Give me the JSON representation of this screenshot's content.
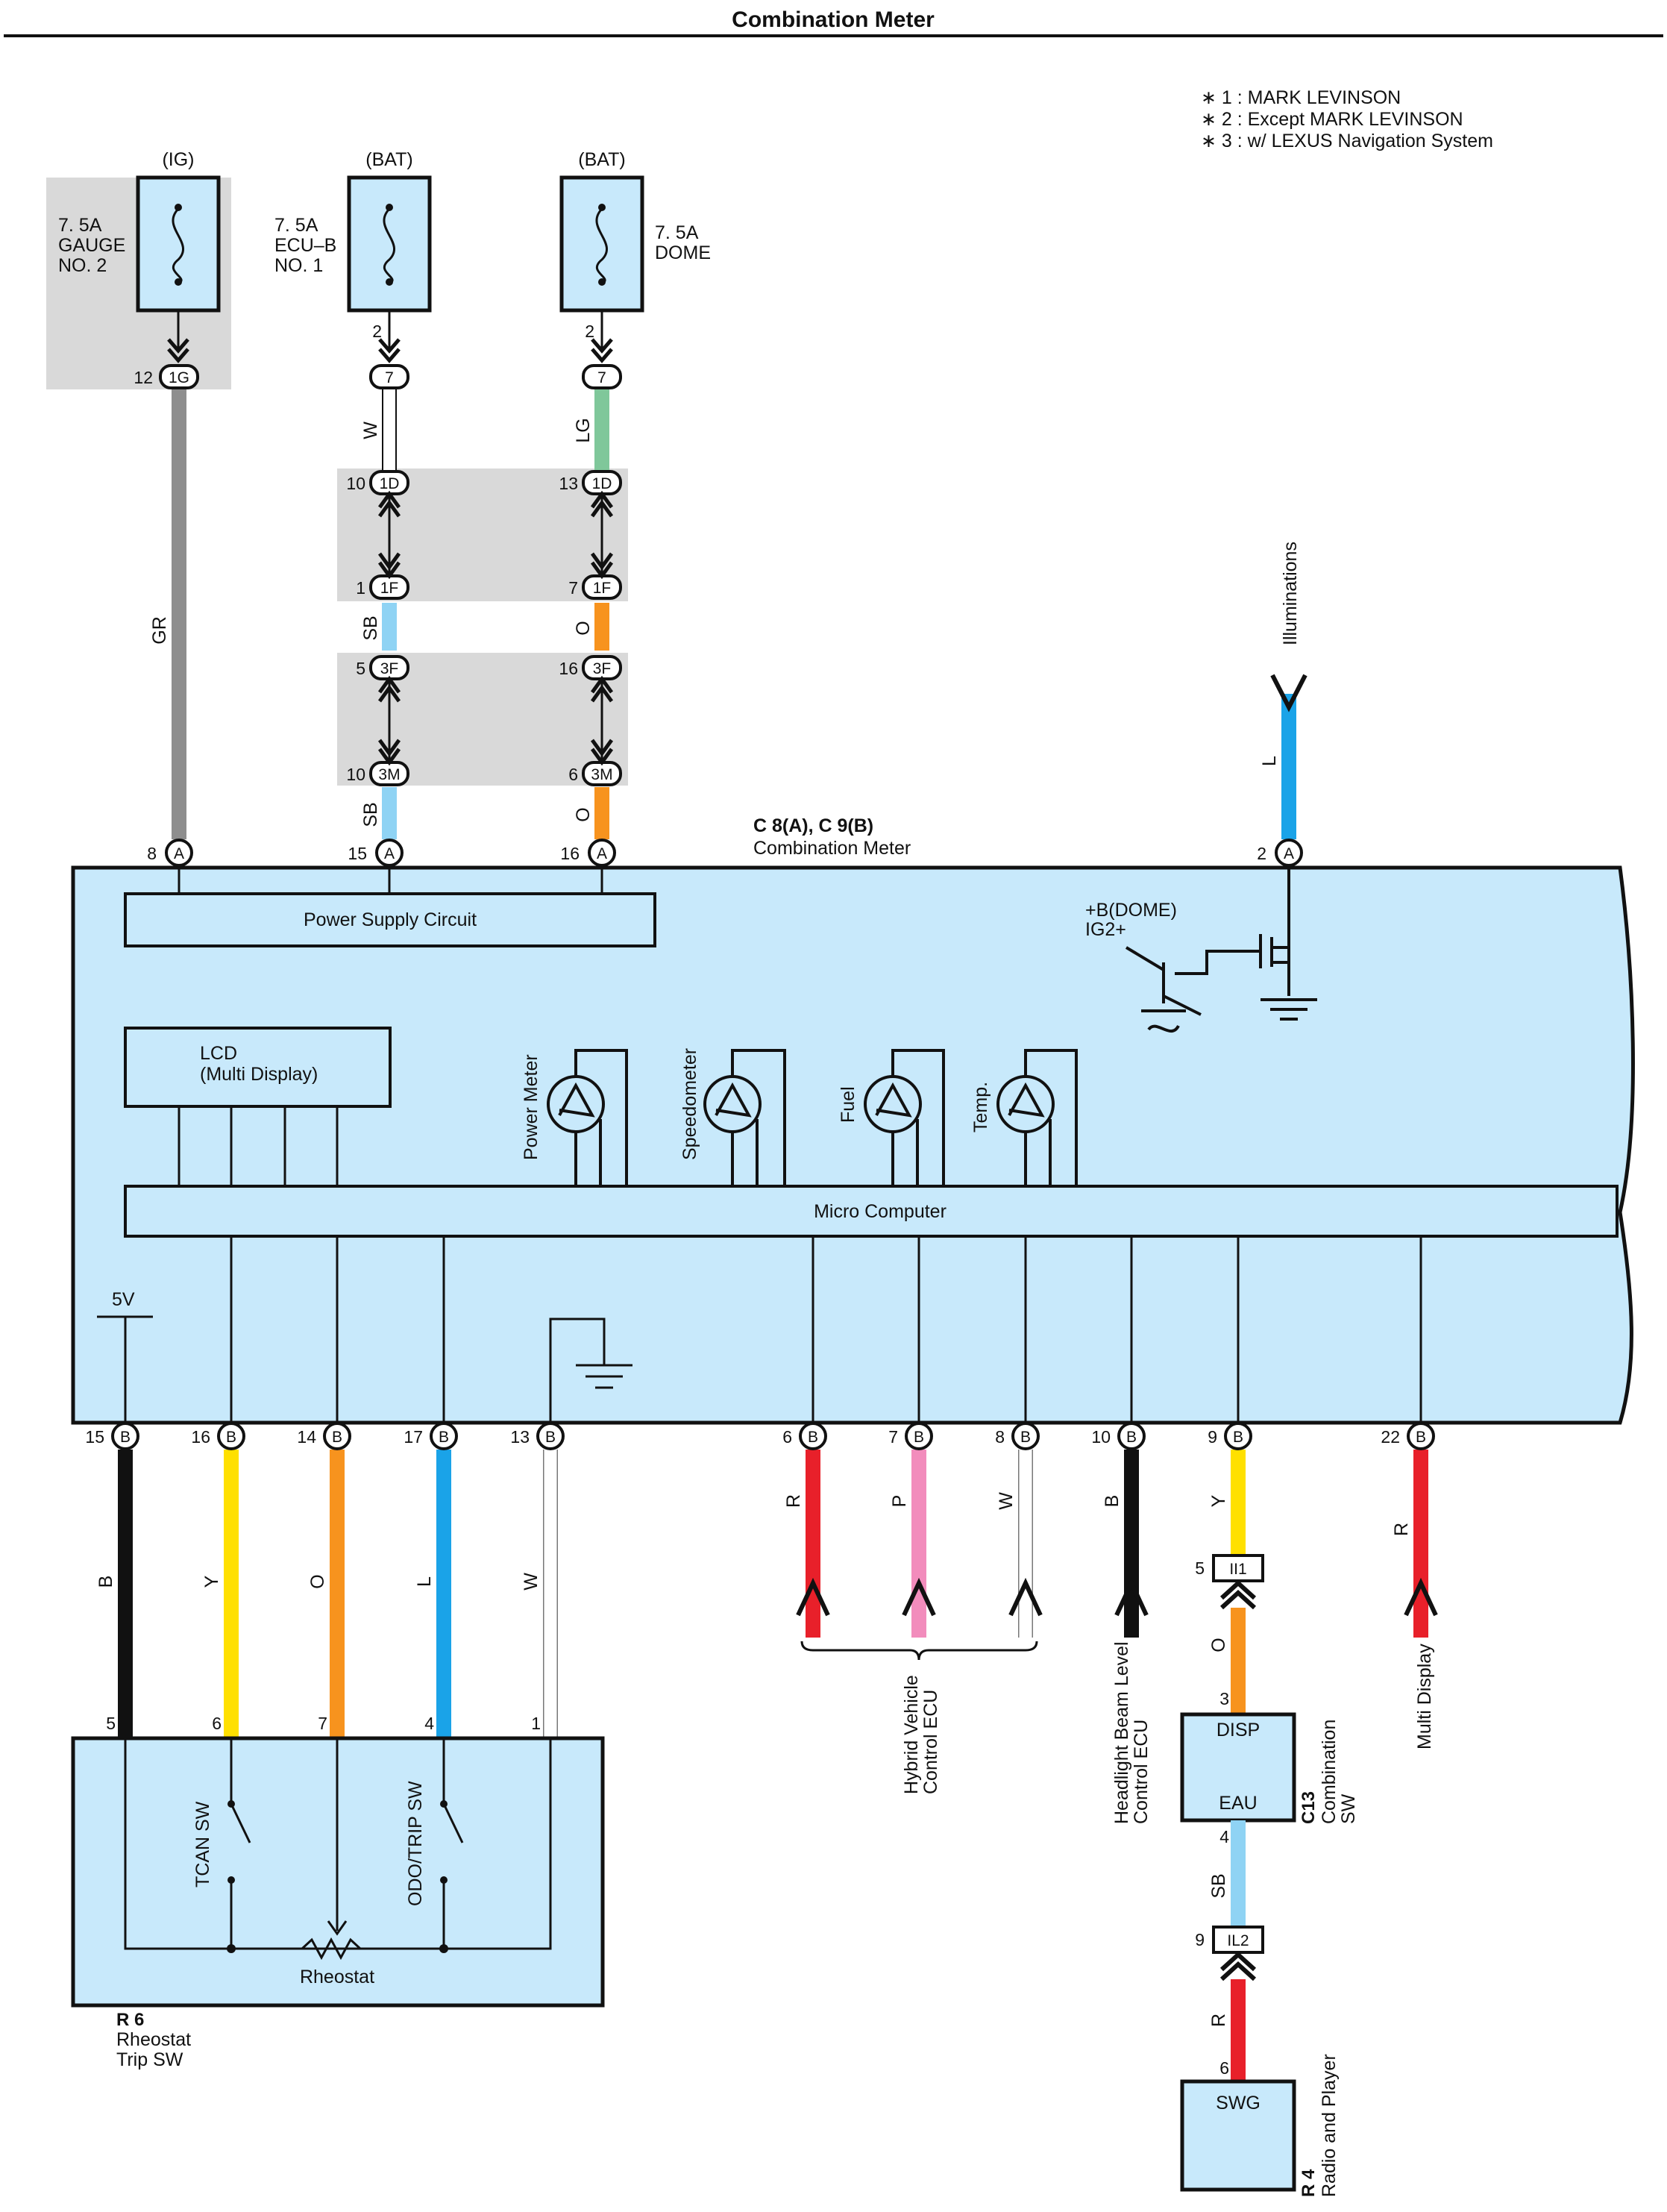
{
  "title": "Combination Meter",
  "notes": [
    "∗ 1 : MARK LEVINSON",
    "∗ 2 : Except MARK LEVINSON",
    "∗ 3 : w/ LEXUS Navigation System"
  ],
  "fuses": [
    {
      "source": "(IG)",
      "lines": [
        "7. 5A",
        "GAUGE",
        "NO. 2"
      ]
    },
    {
      "source": "(BAT)",
      "lines": [
        "7. 5A",
        "ECU–B",
        "NO. 1"
      ]
    },
    {
      "source": "(BAT)",
      "lines": [
        "7. 5A",
        "DOME"
      ]
    }
  ],
  "connectors": [
    "1G",
    "7",
    "1D",
    "1F",
    "3F",
    "3M",
    "A",
    "B",
    "II1",
    "IL2"
  ],
  "meter": {
    "ref": "C 8(A), C 9(B)",
    "name": "Combination Meter",
    "power_supply": "Power Supply Circuit",
    "lcd": [
      "LCD",
      "(Multi Display)"
    ],
    "gauges": [
      "Power Meter",
      "Speedometer",
      "Fuel",
      "Temp."
    ],
    "micro": "Micro Computer",
    "dome_label": [
      "+B(DOME)",
      "IG2+"
    ],
    "v5": "5V"
  },
  "top_pins": [
    "8",
    "15",
    "16",
    "2"
  ],
  "top_wire_colors": [
    "GR",
    "W",
    "SB",
    "SB",
    "LG",
    "O",
    "O",
    "L"
  ],
  "junction_pins": [
    "12",
    "2",
    "2",
    "10",
    "13",
    "1",
    "7",
    "5",
    "16",
    "10",
    "6"
  ],
  "illuminations": "Illuminations",
  "bottom_pins": [
    "15",
    "16",
    "14",
    "17",
    "13",
    "6",
    "7",
    "8",
    "10",
    "9",
    "22"
  ],
  "bottom_wire_colors": [
    "B",
    "Y",
    "O",
    "L",
    "W",
    "R",
    "P",
    "W",
    "B",
    "Y",
    "R"
  ],
  "rheostat": {
    "ref": "R 6",
    "name": [
      "Rheostat",
      "Trip SW"
    ],
    "pins": [
      "5",
      "6",
      "7",
      "4",
      "1"
    ],
    "tcan": "TCAN SW",
    "odo": "ODO/TRIP SW",
    "label": "Rheostat"
  },
  "hybrid": [
    "Hybrid Vehicle",
    "Control ECU"
  ],
  "headlight": [
    "Headlight Beam Level",
    "Control ECU"
  ],
  "multi_display": "Multi Display",
  "combination_sw": {
    "ref": "C13",
    "name": [
      "Combination",
      "SW"
    ],
    "disp": "DISP",
    "eau": "EAU",
    "pins": [
      "5",
      "3",
      "4",
      "9",
      "6"
    ],
    "wire_colors": [
      "O",
      "SB",
      "R"
    ]
  },
  "radio": {
    "ref": "R 4",
    "name": "Radio and Player",
    "label": "SWG"
  },
  "colors": {
    "panel": "#c8e9fb",
    "shade": "#d9d9d9",
    "GR": "#8e8e8e",
    "W": "#ffffff",
    "LG": "#7fc79a",
    "SB": "#8fd3f4",
    "O": "#f7931e",
    "L": "#1aa3e8",
    "B": "#111111",
    "Y": "#ffe000",
    "R": "#e8202a",
    "P": "#f28cbc"
  }
}
